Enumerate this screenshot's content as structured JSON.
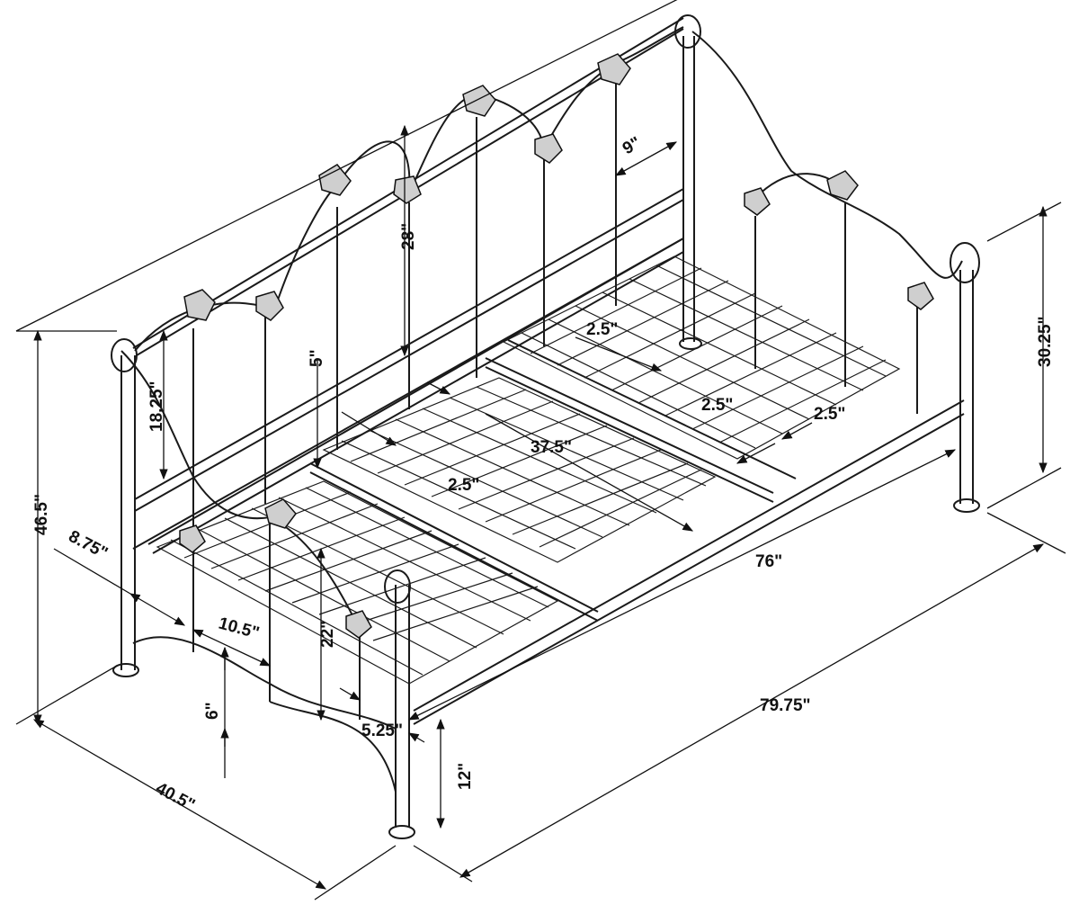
{
  "dimensions": {
    "total_height": "46.5\"",
    "footboard_depth": "8.75\"",
    "arm_height": "18.25\"",
    "rail_drop": "5\"",
    "back_panel_height": "28\"",
    "back_rail_spacing": "9\"",
    "slat_gap_back": "2.5\"",
    "slat_gap_mid": "2.5\"",
    "slat_gap_right": "2.5\"",
    "slat_gap_front": "2.5\"",
    "deck_span": "37.5\"",
    "side_height": "30.25\"",
    "inner_length": "76\"",
    "overall_length": "79.75\"",
    "post_spacing": "10.5\"",
    "arm_inner_height": "22\"",
    "foot_rise": "6\"",
    "post_offset": "5.25\"",
    "leg_height": "12\"",
    "overall_width": "40.5\""
  }
}
